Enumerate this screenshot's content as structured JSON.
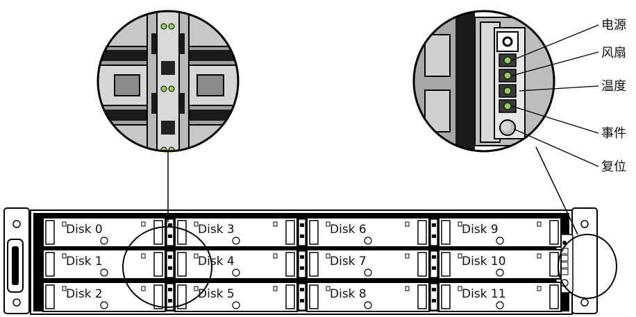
{
  "disks": [
    "Disk 0",
    "Disk 1",
    "Disk 2",
    "Disk 3",
    "Disk 4",
    "Disk 5",
    "Disk 6",
    "Disk 7",
    "Disk 8",
    "Disk 9",
    "Disk 10",
    "Disk 11"
  ],
  "leds": [
    "电源",
    "风扇",
    "温度",
    "事件",
    "复位"
  ],
  "colors": {
    "led_green": "#8fd24a",
    "chassis": "#000000",
    "zoom_gray": "#9e9e9e",
    "zoom_light": "#d6d6d6"
  }
}
